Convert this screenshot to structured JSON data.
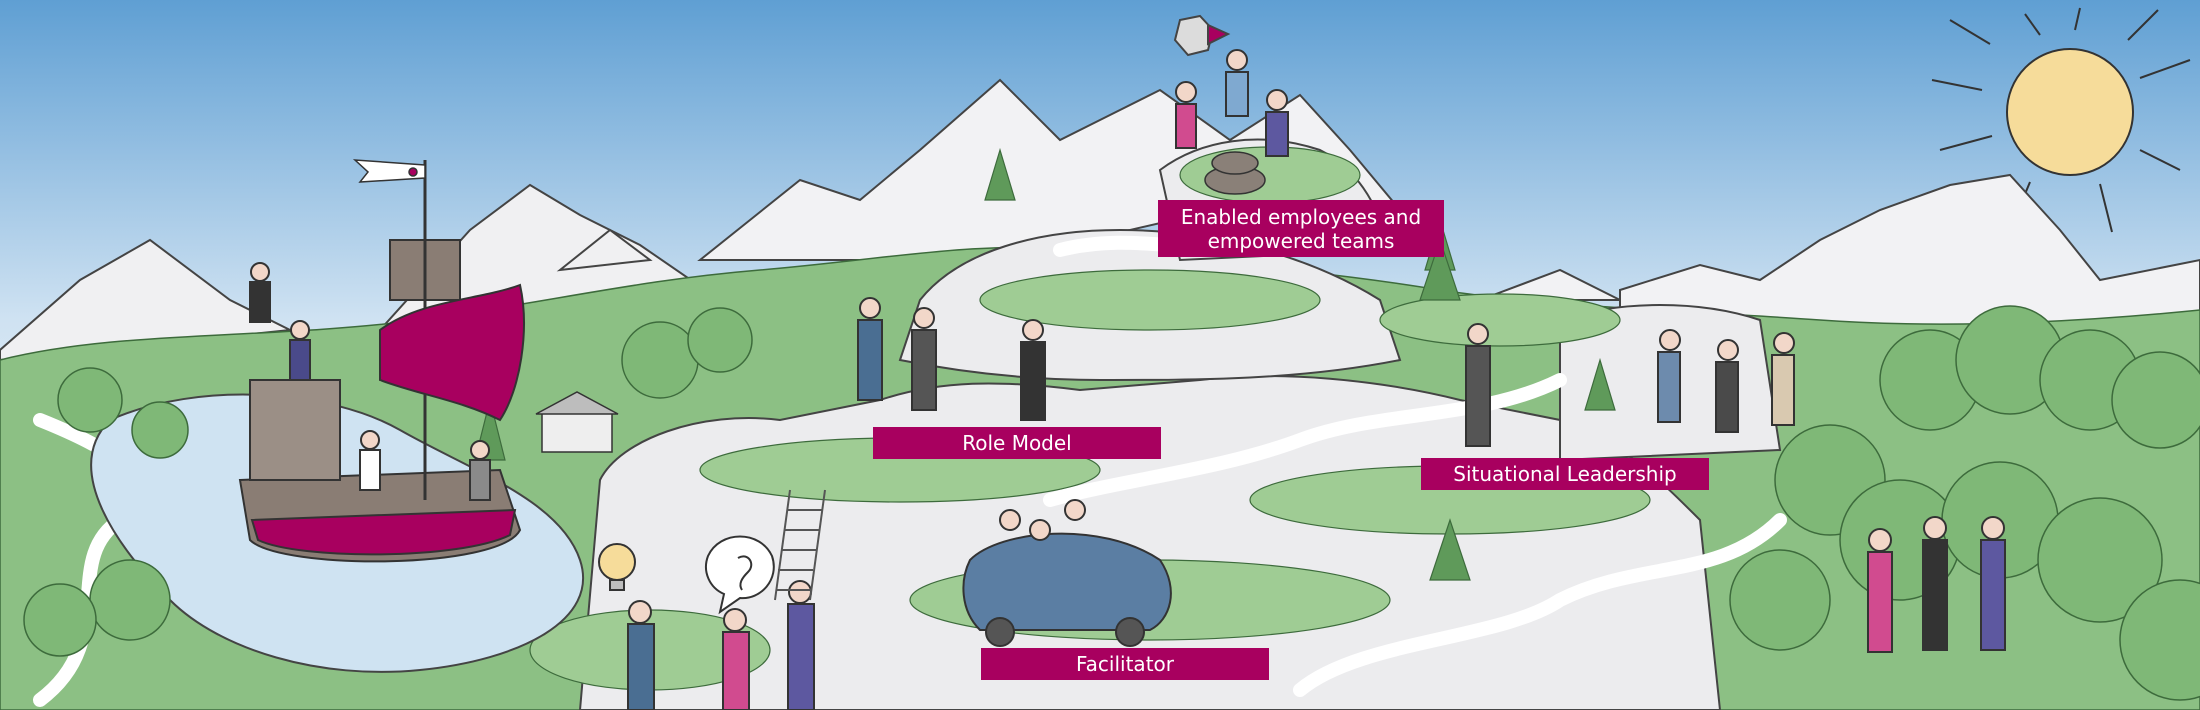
{
  "labels": {
    "enabled_line1": "Enabled employees and",
    "enabled_line2": "empowered teams",
    "role_model": "Role Model",
    "situational_leadership": "Situational Leadership",
    "facilitator": "Facilitator"
  },
  "colors": {
    "brand": "#a8005f",
    "sky_top": "#5f9fd3",
    "sky_bottom": "#ffffff",
    "grass": "#8cc084",
    "rock": "#e9e9ea",
    "water": "#cfe3f2",
    "sun": "#f6dc9a"
  },
  "icons": {
    "flag": "flag-icon",
    "logo": "company-logo-icon",
    "ear": "ear-icon",
    "lightbulb": "lightbulb-icon",
    "sun": "sun-icon"
  }
}
